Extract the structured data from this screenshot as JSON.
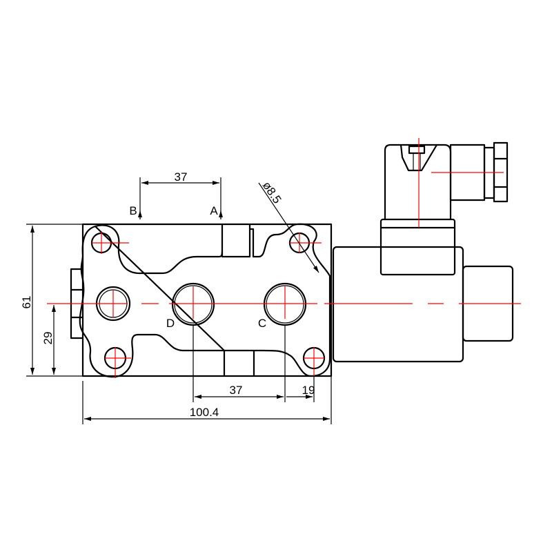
{
  "title": "Solenoid valve dimension drawing",
  "dimensions": {
    "top_port_spacing": "37",
    "port_b": "B",
    "port_a": "A",
    "hole_diameter": "ø8.5",
    "height_total": "61",
    "height_center": "29",
    "port_d": "D",
    "port_c": "C",
    "bottom_port_spacing": "37",
    "edge_offset": "19",
    "length_total": "100.4"
  },
  "colors": {
    "outline": "#000000",
    "centerline": "#ff0000"
  }
}
